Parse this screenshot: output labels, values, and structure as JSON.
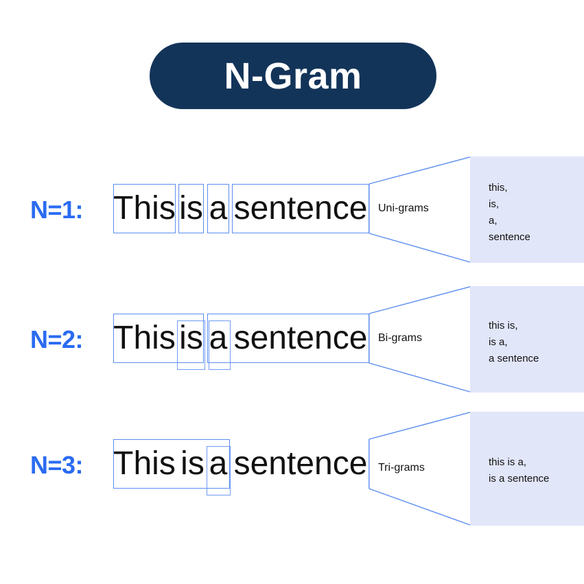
{
  "title": {
    "text": "N-Gram",
    "pill_color": "#133459",
    "text_color": "#ffffff"
  },
  "colors": {
    "accent_blue": "#2a6bf2",
    "box_stroke": "#5b8def",
    "panel_bg": "#e2e6f9",
    "text": "#111111"
  },
  "sentence": {
    "words": [
      "This",
      "is",
      "a",
      "sentence"
    ],
    "full": "This is a sentence"
  },
  "rows": [
    {
      "n_label": "N=1:",
      "funnel_label": "Uni-grams",
      "output": "this,\nis,\na,\nsentence",
      "output_items": [
        "this,",
        "is,",
        "a,",
        "sentence"
      ],
      "grouping": "each word boxed separately"
    },
    {
      "n_label": "N=2:",
      "funnel_label": "Bi-grams",
      "output": "this is,\nis a,\na sentence",
      "output_items": [
        "this is,",
        "is a,",
        "a sentence"
      ],
      "grouping": "overlapping two-word windows"
    },
    {
      "n_label": "N=3:",
      "funnel_label": "Tri-grams",
      "output": "this is a,\nis a sentence",
      "output_items": [
        "this is a,",
        "is a sentence"
      ],
      "grouping": "overlapping three-word windows"
    }
  ]
}
